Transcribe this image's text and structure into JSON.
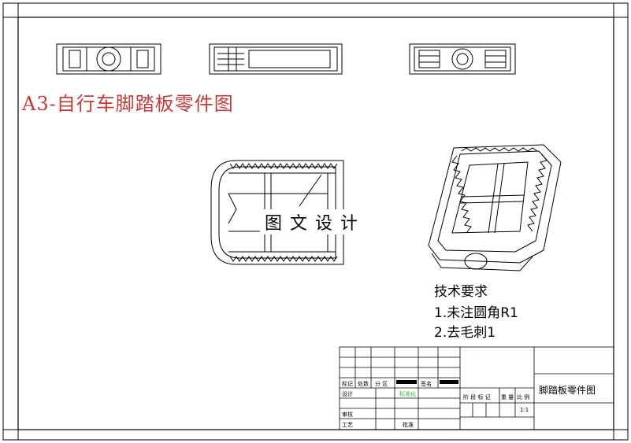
{
  "drawing_title": "A3-自行车脚踏板零件图",
  "watermark": "图文设计",
  "requirements": {
    "heading": "技术要求",
    "items": [
      "1.未注圆角R1",
      "2.去毛刺1"
    ]
  },
  "title_block": {
    "part_name": "脚踏板零件图",
    "row_labels": {
      "mark": "标记",
      "count": "处数",
      "zone": "分 区",
      "sign": "签名",
      "design": "设计",
      "standardize": "标准化",
      "review": "审核",
      "process": "工艺",
      "approve": "批准"
    },
    "stage_labels": [
      "阶 段 标 记",
      "重 量",
      "比 例"
    ],
    "scale": "1:1"
  },
  "colors": {
    "title_red": "#c23b3b",
    "standardize_green": "#2fbf3a"
  }
}
